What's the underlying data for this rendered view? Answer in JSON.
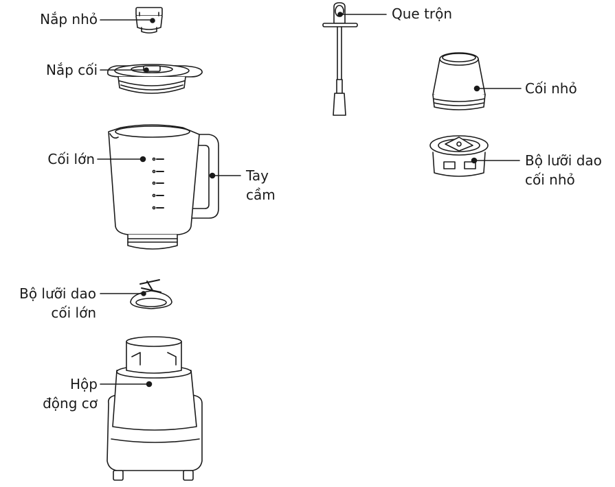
{
  "labels": {
    "nap_nho": "Nắp nhỏ",
    "nap_coi": "Nắp cối",
    "coi_lon": "Cối lớn",
    "tay_cam_1": "Tay",
    "tay_cam_2": "cầm",
    "bo_luoi_dao_coi_lon_1": "Bộ lưỡi dao",
    "bo_luoi_dao_coi_lon_2": "cối lớn",
    "hop_dong_co_1": "Hộp",
    "hop_dong_co_2": "động cơ",
    "que_tron": "Que trộn",
    "coi_nho": "Cối nhỏ",
    "bo_luoi_dao_coi_nho_1": "Bộ lưỡi dao",
    "bo_luoi_dao_coi_nho_2": "cối nhỏ"
  },
  "colors": {
    "line": "#1a1a1a",
    "fill": "#ffffff"
  }
}
